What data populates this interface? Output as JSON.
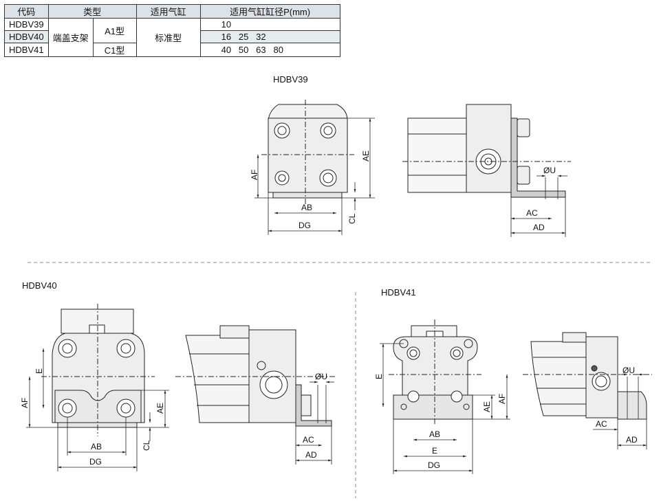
{
  "table": {
    "headers": [
      "代码",
      "类型",
      "适用气缸",
      "适用气缸缸径P(mm)"
    ],
    "rows": [
      {
        "code": "HDBV39",
        "diameters": "10"
      },
      {
        "code": "HDBV40",
        "diameters": "16   25   32"
      },
      {
        "code": "HDBV41",
        "diameters": "40   50   63   80"
      }
    ],
    "type_main": "端盖支架",
    "type_a": "A1型",
    "type_c": "C1型",
    "cylinder": "标准型"
  },
  "sections": {
    "hdbv39": "HDBV39",
    "hdbv40": "HDBV40",
    "hdbv41": "HDBV41"
  },
  "dims": {
    "AF": "AF",
    "AE": "AE",
    "AB": "AB",
    "CL": "CL",
    "DG": "DG",
    "AC": "AC",
    "AD": "AD",
    "U": "ØU",
    "E": "E"
  },
  "colors": {
    "header_bg": "#dde2e6",
    "highlight_row": "#e4ecef",
    "part_fill": "#eeeeee",
    "bracket_fill": "#cfcfcf",
    "line": "#222222"
  }
}
